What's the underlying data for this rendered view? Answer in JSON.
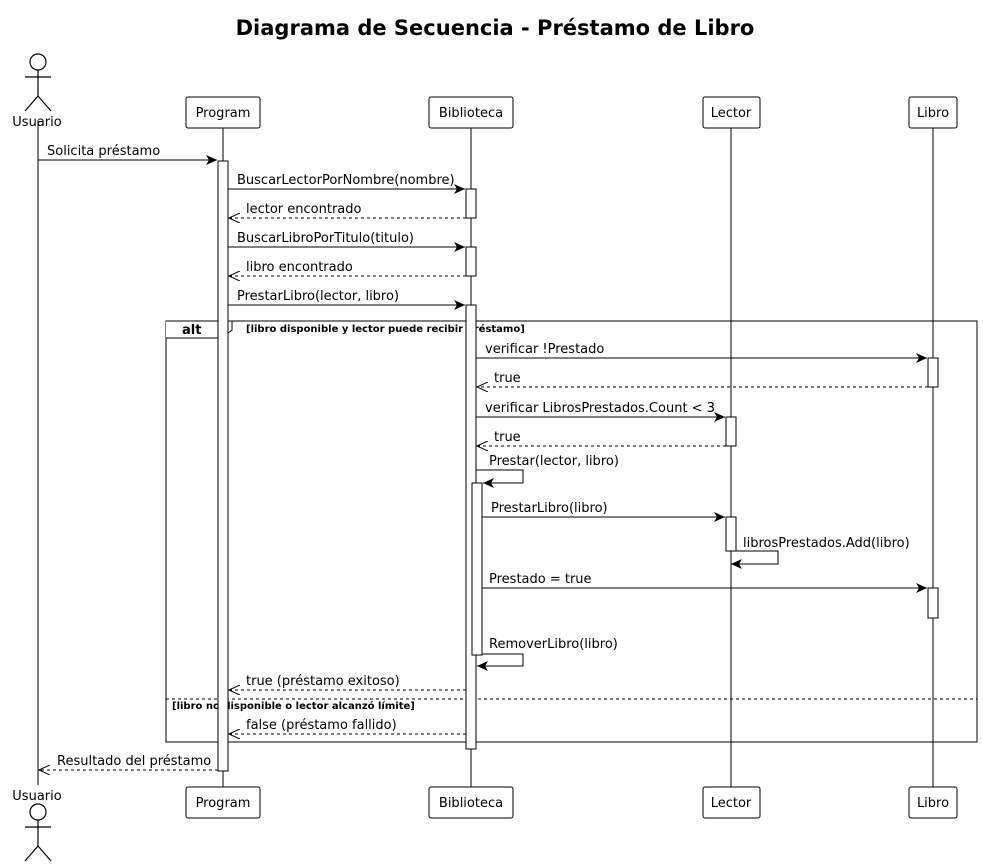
{
  "diagram": {
    "title": "Diagrama de Secuencia - Préstamo de Libro",
    "participants": {
      "usuario": "Usuario",
      "program": "Program",
      "biblioteca": "Biblioteca",
      "lector": "Lector",
      "libro": "Libro"
    },
    "messages": [
      "Solicita préstamo",
      "BuscarLectorPorNombre(nombre)",
      "lector encontrado",
      "BuscarLibroPorTitulo(titulo)",
      "libro encontrado",
      "PrestarLibro(lector, libro)",
      "verificar !Prestado",
      "true",
      "verificar LibrosPrestados.Count < 3",
      "true",
      "Prestar(lector, libro)",
      "PrestarLibro(libro)",
      "librosPrestados.Add(libro)",
      "Prestado = true",
      "RemoverLibro(libro)",
      "true (préstamo exitoso)",
      "false (préstamo fallido)",
      "Resultado del préstamo"
    ],
    "fragment": {
      "keyword": "alt",
      "guard_1": "[libro disponible y lector puede recibir préstamo]",
      "guard_2": "[libro no disponible o lector alcanzó límite]"
    }
  }
}
